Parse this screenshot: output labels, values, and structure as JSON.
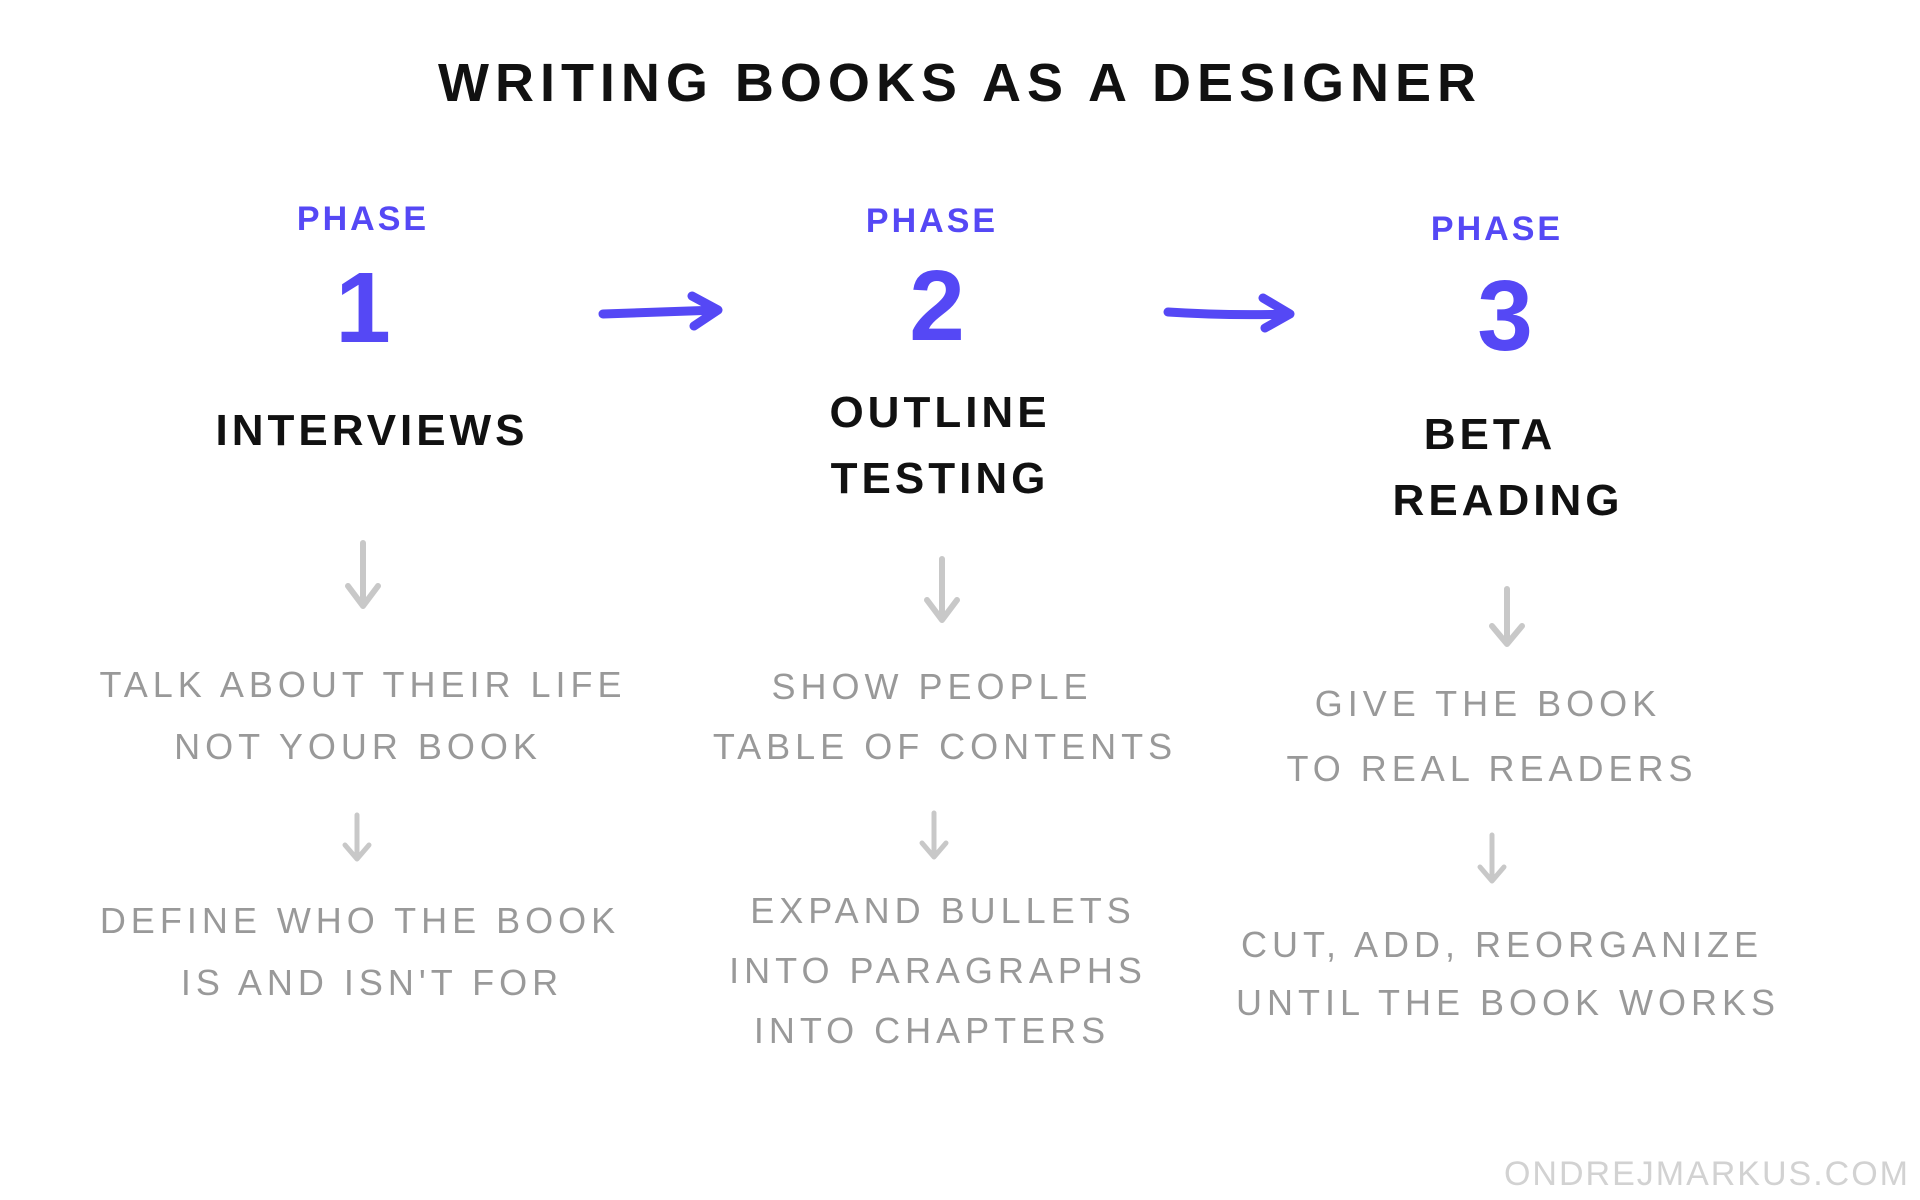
{
  "title": "Writing books as a designer",
  "accent_color": "#5548f5",
  "phases": [
    {
      "label": "Phase",
      "number": "1",
      "name": [
        "Interviews"
      ],
      "step1": [
        "Talk about their life",
        "not your book"
      ],
      "step2": [
        "Define who the book",
        "is and isn't for"
      ]
    },
    {
      "label": "Phase",
      "number": "2",
      "name": [
        "Outline",
        "testing"
      ],
      "step1": [
        "Show people",
        "table of contents"
      ],
      "step2": [
        "Expand bullets",
        "into paragraphs",
        "into chapters"
      ]
    },
    {
      "label": "Phase",
      "number": "3",
      "name": [
        "Beta",
        "reading"
      ],
      "step1": [
        "Give the book",
        "to real readers"
      ],
      "step2": [
        "Cut, add, reorganize",
        "until the book works"
      ]
    }
  ],
  "credit": "ondrejmarkus.com"
}
